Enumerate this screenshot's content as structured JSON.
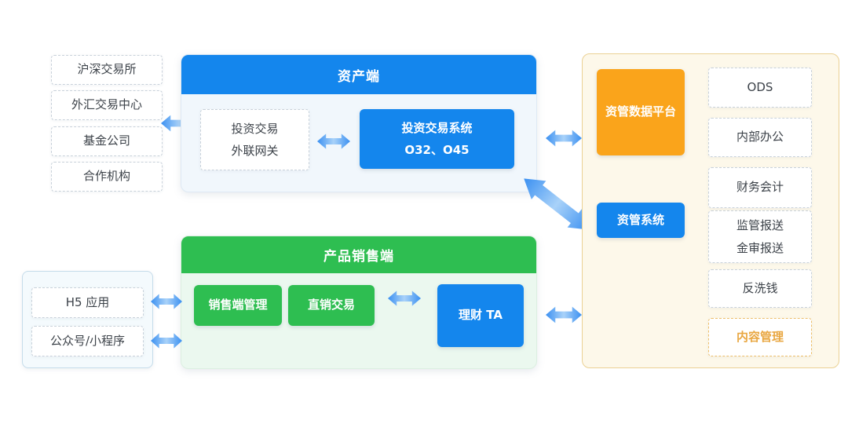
{
  "diagram": {
    "left_sources": [
      {
        "label": "沪深交易所"
      },
      {
        "label": "外汇交易中心"
      },
      {
        "label": "基金公司"
      },
      {
        "label": "合作机构"
      }
    ],
    "asset_panel": {
      "title": "资产端",
      "gateway_line1": "投资交易",
      "gateway_line2": "外联网关",
      "system_line1": "投资交易系统",
      "system_line2": "O32、O45"
    },
    "sales_panel": {
      "title": "产品销售端",
      "sales_mgmt": "销售端管理",
      "direct_sales": "直销交易",
      "wealth_ta": "理财 TA"
    },
    "channels": [
      {
        "label": "H5 应用"
      },
      {
        "label": "公众号/小程序"
      }
    ],
    "right_panel": {
      "data_platform": "资管数据平台",
      "mgmt_system": "资管系统",
      "modules": [
        {
          "line1": "ODS"
        },
        {
          "line1": "内部办公"
        },
        {
          "line1": "财务会计"
        },
        {
          "line1": "监管报送",
          "line2": "金审报送"
        },
        {
          "line1": "反洗钱"
        },
        {
          "line1": "内容管理",
          "highlight": true
        }
      ]
    }
  },
  "colors": {
    "blue": "#1486ED",
    "green": "#2EBE51",
    "orange": "#FAA41B",
    "panel_cream_bg": "#FDF8EA",
    "panel_cream_border": "#EBD194",
    "asset_body_bg": "#F1F7FC",
    "sales_body_bg": "#EBF8EF",
    "dashed_border": "#C8D1DA",
    "arrow_blue_dark": "#3B90F1",
    "arrow_blue_light": "#A9D2F9",
    "highlight_text": "#E9A742"
  }
}
